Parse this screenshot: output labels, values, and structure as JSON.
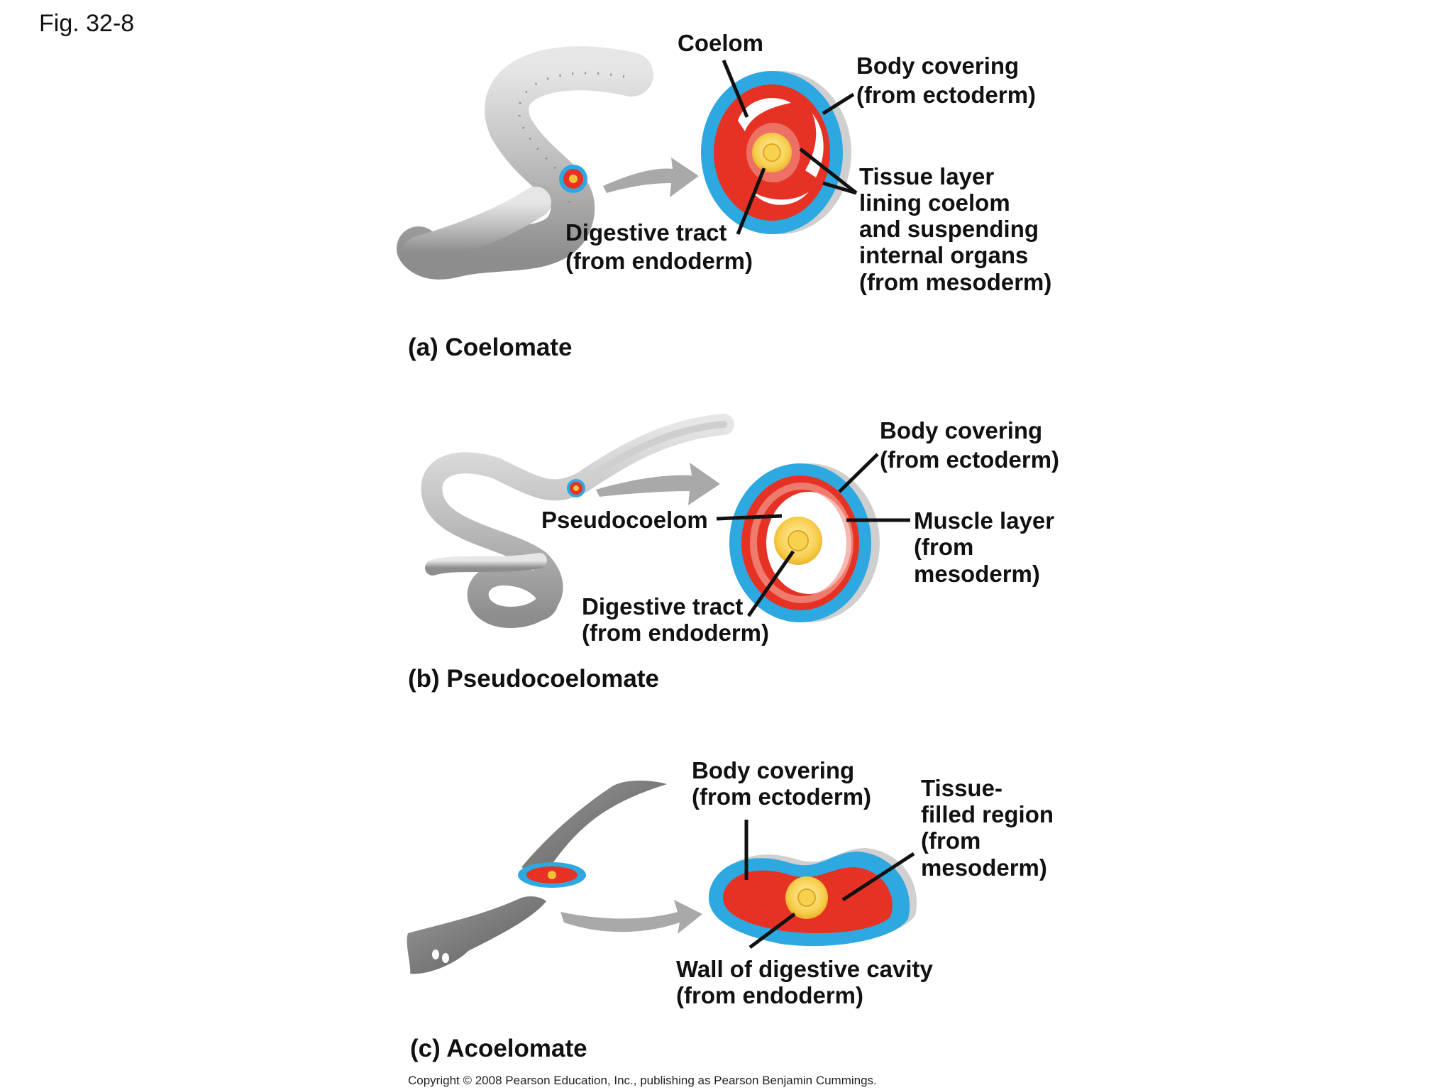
{
  "figure_number": "Fig. 32-8",
  "colors": {
    "ectoderm": "#2ea8e0",
    "mesoderm": "#e63224",
    "endoderm": "#f4c23a",
    "body_gray": "#b9b9b9",
    "arrow_gray": "#a9a9a9"
  },
  "panel_a": {
    "caption": "(a) Coelomate",
    "labels": {
      "coelom": "Coelom",
      "body_covering_1": "Body covering",
      "body_covering_2": "(from ectoderm)",
      "tissue_1": "Tissue layer",
      "tissue_2": "lining coelom",
      "tissue_3": "and suspending",
      "tissue_4": "internal organs",
      "tissue_5": "(from mesoderm)",
      "digestive_1": "Digestive tract",
      "digestive_2": "(from endoderm)"
    }
  },
  "panel_b": {
    "caption": "(b) Pseudocoelomate",
    "labels": {
      "body_covering_1": "Body covering",
      "body_covering_2": "(from ectoderm)",
      "pseudocoelom": "Pseudocoelom",
      "muscle_1": "Muscle layer",
      "muscle_2": "(from",
      "muscle_3": "mesoderm)",
      "digestive_1": "Digestive tract",
      "digestive_2": "(from endoderm)"
    }
  },
  "panel_c": {
    "caption": "(c) Acoelomate",
    "labels": {
      "body_covering_1": "Body covering",
      "body_covering_2": "(from ectoderm)",
      "tissue_1": "Tissue-",
      "tissue_2": "filled region",
      "tissue_3": "(from",
      "tissue_4": "mesoderm)",
      "wall_1": "Wall of digestive cavity",
      "wall_2": "(from endoderm)"
    }
  },
  "copyright": "Copyright © 2008 Pearson Education, Inc., publishing as Pearson Benjamin Cummings."
}
